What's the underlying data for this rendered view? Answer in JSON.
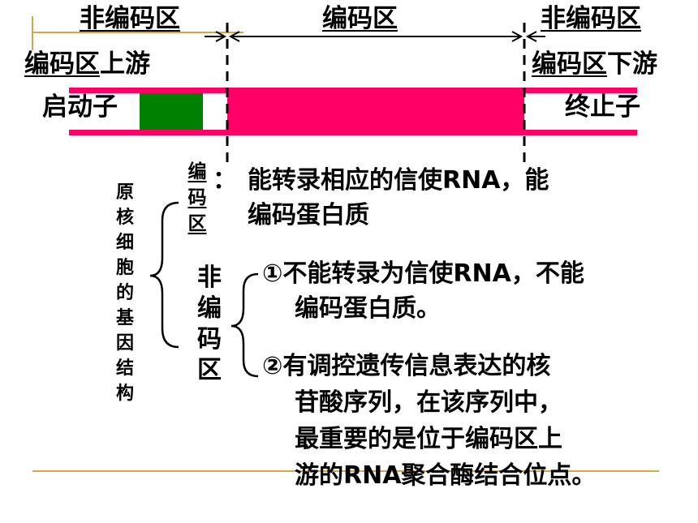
{
  "labels": {
    "noncoding_left": "非编码区",
    "coding": "编码区",
    "noncoding_right": "非编码区",
    "upstream_prefix": "编码区",
    "upstream_suffix": "上游",
    "downstream_prefix": "编码区",
    "downstream_suffix": "下游",
    "promoter": "启动子",
    "terminator": "终止子"
  },
  "structure": {
    "title_vertical": "原核细胞的基因结构",
    "coding_vertical": "编码区",
    "colon": "：",
    "coding_desc_line1": "能转录相应的信使RNA，能",
    "coding_desc_line2": "编码蛋白质",
    "noncoding_vertical": "非编码区",
    "point1_line1": "①不能转录为信使RNA，不能",
    "point1_line2": "编码蛋白质。",
    "point2_line1": "②有调控遗传信息表达的核",
    "point2_line2": "苷酸序列，在该序列中，",
    "point2_line3": "最重要的是位于编码区上",
    "point2_line4": "游的RNA聚合酶结合位点。"
  },
  "colors": {
    "dna_strand": "#ff0066",
    "promoter_block": "#008000",
    "decor_line": "#d4a84a"
  }
}
